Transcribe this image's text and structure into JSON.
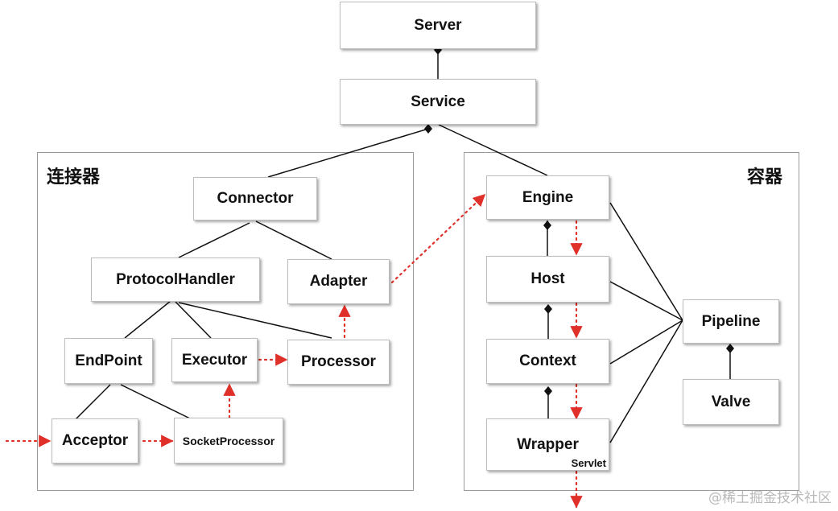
{
  "groups": {
    "connector": {
      "label": "连接器"
    },
    "container": {
      "label": "容器"
    }
  },
  "nodes": {
    "server": "Server",
    "service": "Service",
    "connector": "Connector",
    "protocol_handler": "ProtocolHandler",
    "adapter": "Adapter",
    "endpoint": "EndPoint",
    "executor": "Executor",
    "processor": "Processor",
    "acceptor": "Acceptor",
    "socket_processor": "SocketProcessor",
    "engine": "Engine",
    "host": "Host",
    "context": "Context",
    "wrapper": "Wrapper",
    "wrapper_sub": "Servlet",
    "pipeline": "Pipeline",
    "valve": "Valve"
  },
  "watermark": "@稀土掘金技术社区",
  "colors": {
    "line": "#111111",
    "flow_arrow": "#e0302a",
    "box_border": "#bdbdbd",
    "group_border": "#9a9a9a"
  },
  "icons": {
    "composition": "diamond-icon",
    "flow": "dotted-arrow-icon"
  }
}
